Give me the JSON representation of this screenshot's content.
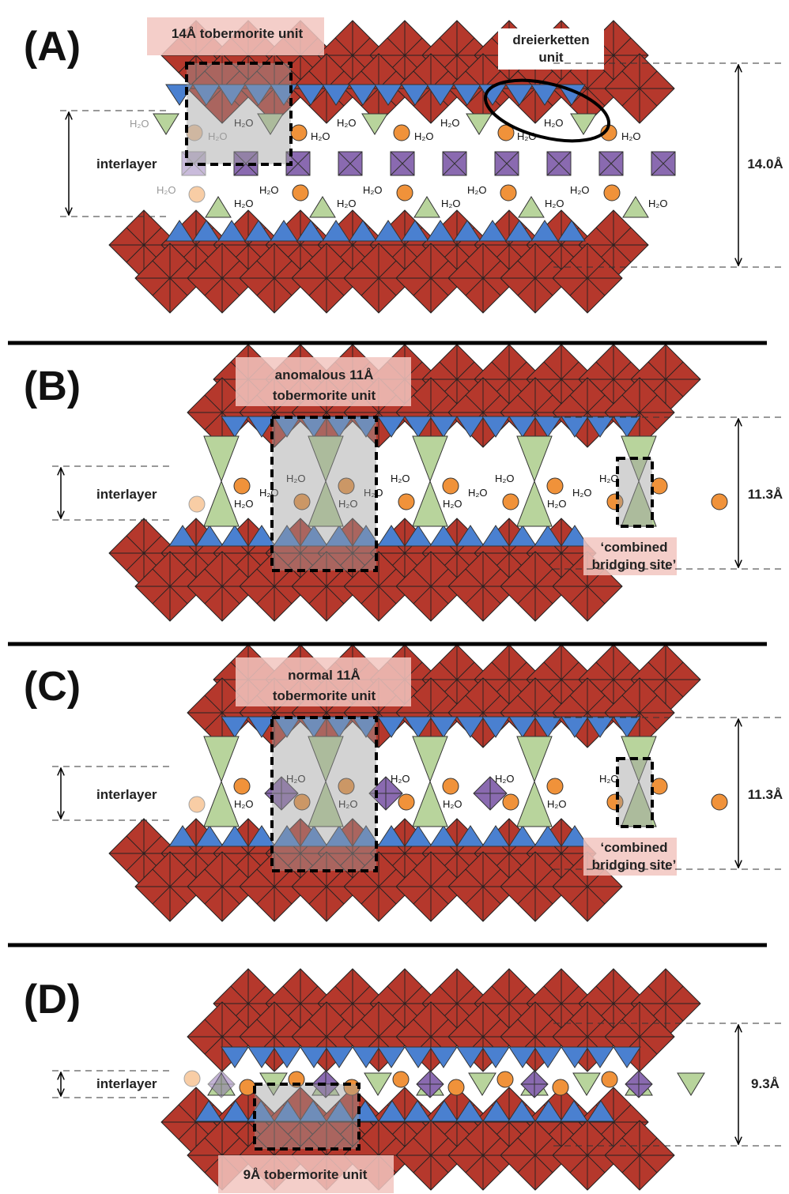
{
  "panels": [
    {
      "id": "A",
      "label": "(A)",
      "unit_label": "14Å tobermorite unit",
      "extra_label_lines": [
        "dreierketten",
        "unit"
      ],
      "interlayer": "interlayer",
      "spacing": "14.0Å",
      "water": "H₂O"
    },
    {
      "id": "B",
      "label": "(B)",
      "unit_label_lines": [
        "anomalous 11Å",
        "tobermorite unit"
      ],
      "site_label_lines": [
        "‘combined",
        "bridging site’"
      ],
      "interlayer": "interlayer",
      "spacing": "11.3Å",
      "water": "H₂O"
    },
    {
      "id": "C",
      "label": "(C)",
      "unit_label_lines": [
        "normal 11Å",
        "tobermorite unit"
      ],
      "site_label_lines": [
        "‘combined",
        "bridging site’"
      ],
      "interlayer": "interlayer",
      "spacing": "11.3Å",
      "water": "H₂O"
    },
    {
      "id": "D",
      "label": "(D)",
      "unit_label": "9Å tobermorite unit",
      "interlayer": "interlayer",
      "spacing": "9.3Å"
    }
  ],
  "colors": {
    "octahedra": "#b5382c",
    "tetrahedra_pair": "#4a80d0",
    "bridging_tetrahedra": "#b8d49c",
    "calcium_ion": "#f0923a",
    "interlayer_species": "#8a6ab0",
    "unit_box_fill": "#9e9e9e",
    "separator": "#000000"
  }
}
